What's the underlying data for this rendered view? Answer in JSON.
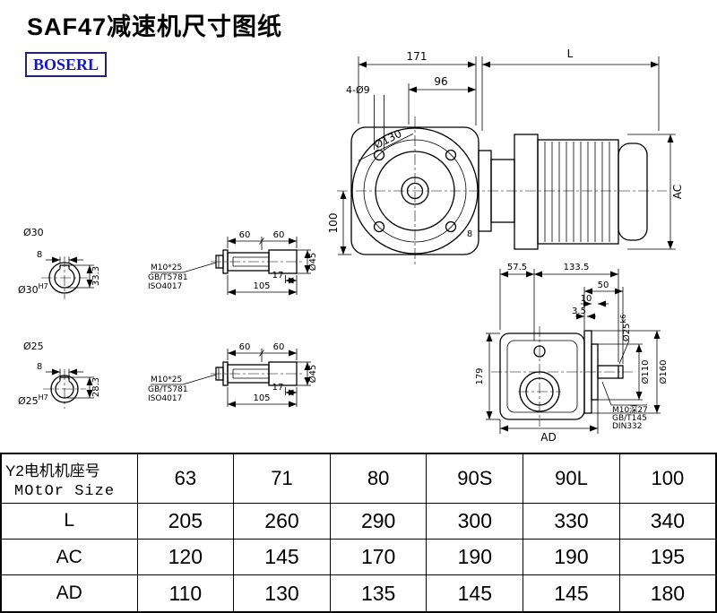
{
  "page": {
    "title": "SAF47减速机尺寸图纸",
    "brand": "BOSERL",
    "accent_color": "#1414cc",
    "line_color": "#000000"
  },
  "front_view": {
    "dim_length_gear": "171",
    "dim_length_motor": "L",
    "dim_96": "96",
    "bolt_holes": "4-Ø9",
    "flange_dia": "Ø130",
    "dim_100": "100",
    "dim_ac": "AC",
    "dim_8": "8"
  },
  "bore30": {
    "dia": "Ø30",
    "fit": "H7",
    "key_width": "8",
    "key_height": "33.3"
  },
  "bore25": {
    "dia": "Ø25",
    "fit": "H7",
    "key_width": "8",
    "key_height": "28.3"
  },
  "shaft_top": {
    "dim_60a": "60",
    "dim_60b": "60",
    "dim_17": "17",
    "dim_105": "105",
    "dim_dia": "Ø45",
    "note1": "M10*25",
    "note2": "GB/T5781",
    "note3": "ISO4017"
  },
  "shaft_bottom": {
    "dim_60a": "60",
    "dim_60b": "60",
    "dim_17": "17",
    "dim_105": "105",
    "dim_dia": "Ø45",
    "note1": "M10*25",
    "note2": "GB/T5781",
    "note3": "ISO4017"
  },
  "side_view": {
    "dim_575": "57.5",
    "dim_1335": "133.5",
    "dim_50": "50",
    "dim_10": "10",
    "dim_35": "3.5",
    "shaft_dia": "Ø25",
    "shaft_fit": "k6",
    "dim_d110": "Ø110",
    "dim_d160": "Ø160",
    "dim_179": "179",
    "dim_ad": "AD",
    "note1": "M10深27",
    "note2": "GB/T145",
    "note3": "DIN332"
  },
  "table": {
    "header_line1": "Y2电机机座号",
    "header_line2": "MOtOr Size",
    "columns": [
      "63",
      "71",
      "80",
      "90S",
      "90L",
      "100"
    ],
    "rows": [
      {
        "label": "L",
        "values": [
          "205",
          "260",
          "290",
          "300",
          "330",
          "340"
        ]
      },
      {
        "label": "AC",
        "values": [
          "120",
          "145",
          "170",
          "190",
          "190",
          "195"
        ]
      },
      {
        "label": "AD",
        "values": [
          "110",
          "130",
          "135",
          "145",
          "145",
          "180"
        ]
      }
    ]
  }
}
